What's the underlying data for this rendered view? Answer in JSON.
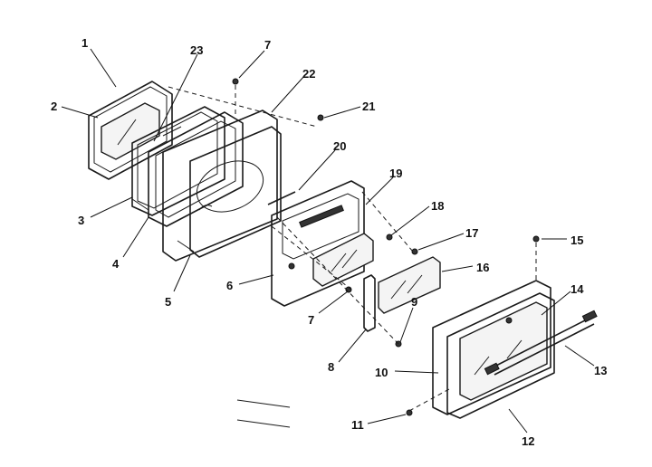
{
  "diagram": {
    "callouts": [
      {
        "id": "c1",
        "text": "1"
      },
      {
        "id": "c2",
        "text": "2"
      },
      {
        "id": "c3",
        "text": "3"
      },
      {
        "id": "c4",
        "text": "4"
      },
      {
        "id": "c5",
        "text": "5"
      },
      {
        "id": "c6",
        "text": "6"
      },
      {
        "id": "c7a",
        "text": "7"
      },
      {
        "id": "c7b",
        "text": "7"
      },
      {
        "id": "c8",
        "text": "8"
      },
      {
        "id": "c9",
        "text": "9"
      },
      {
        "id": "c10",
        "text": "10"
      },
      {
        "id": "c11",
        "text": "11"
      },
      {
        "id": "c12",
        "text": "12"
      },
      {
        "id": "c13",
        "text": "13"
      },
      {
        "id": "c14",
        "text": "14"
      },
      {
        "id": "c15",
        "text": "15"
      },
      {
        "id": "c16",
        "text": "16"
      },
      {
        "id": "c17",
        "text": "17"
      },
      {
        "id": "c18",
        "text": "18"
      },
      {
        "id": "c19",
        "text": "19"
      },
      {
        "id": "c20",
        "text": "20"
      },
      {
        "id": "c21",
        "text": "21"
      },
      {
        "id": "c22",
        "text": "22"
      },
      {
        "id": "c23",
        "text": "23"
      }
    ]
  }
}
